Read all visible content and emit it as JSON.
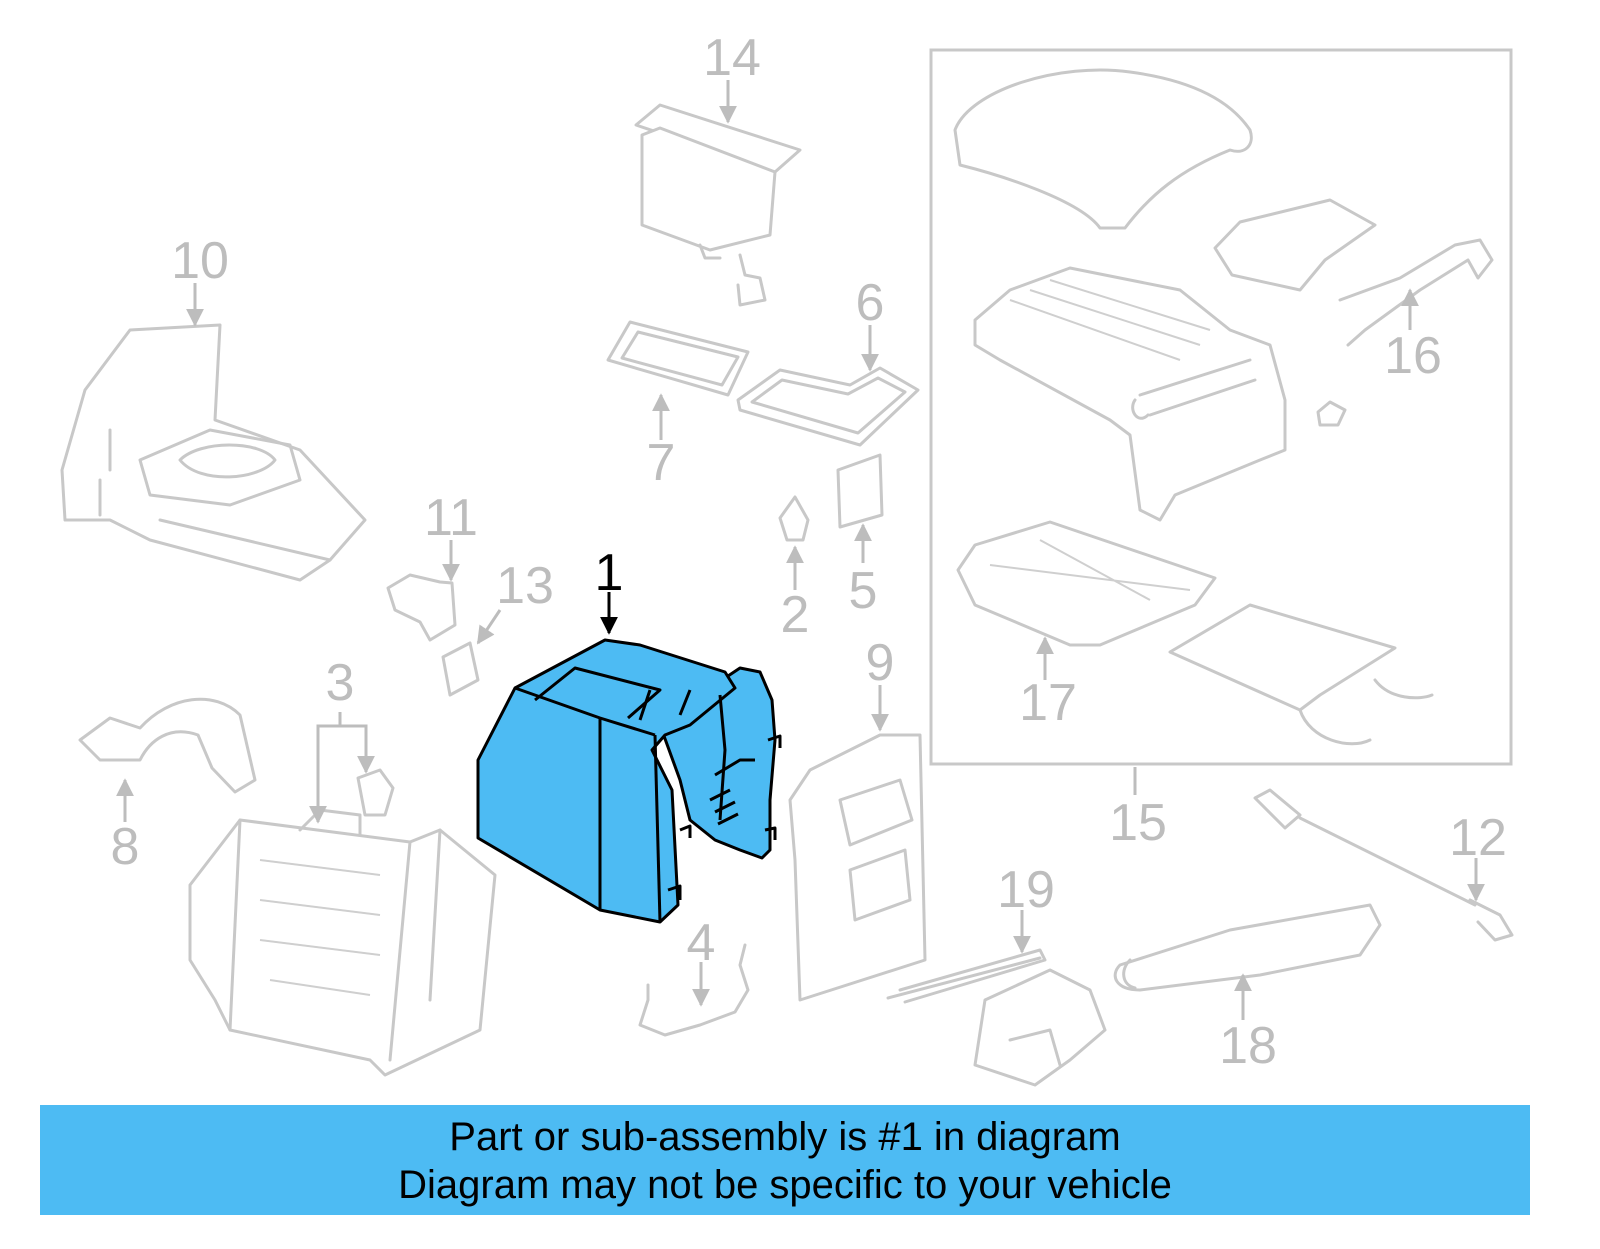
{
  "diagram": {
    "highlight_color": "#4DBBF3",
    "ghost_color": "#C8C8C8",
    "callouts": [
      "1",
      "2",
      "3",
      "4",
      "5",
      "6",
      "7",
      "8",
      "9",
      "10",
      "11",
      "12",
      "13",
      "14",
      "15",
      "16",
      "17",
      "18",
      "19"
    ],
    "highlighted_part": "1"
  },
  "banner": {
    "line1": "Part or sub-assembly is #1 in diagram",
    "line2": "Diagram may not be specific to your vehicle"
  }
}
